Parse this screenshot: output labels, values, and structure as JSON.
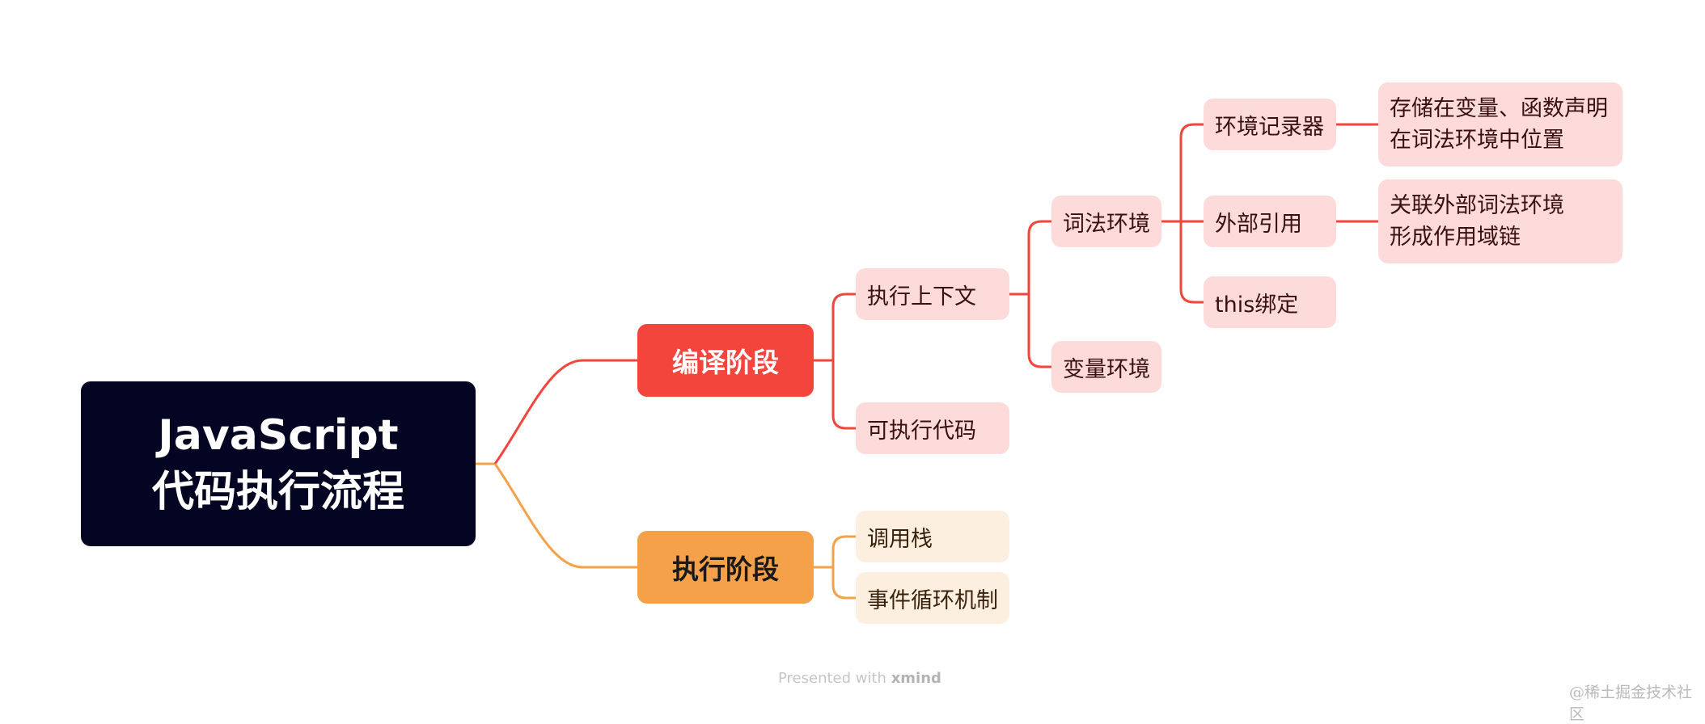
{
  "mindmap": {
    "root": {
      "line1": "JavaScript",
      "line2": "代码执行流程"
    },
    "compile": {
      "label": "编译阶段",
      "context": {
        "label": "执行上下文",
        "lexical": {
          "label": "词法环境",
          "env_record": {
            "label": "环境记录器",
            "note_line1": "存储在变量、函数声明",
            "note_line2": "在词法环境中位置"
          },
          "outer_ref": {
            "label": "外部引用",
            "note_line1": "关联外部词法环境",
            "note_line2": "形成作用域链"
          },
          "this_binding": {
            "label": "this绑定"
          }
        },
        "variable_env": {
          "label": "变量环境"
        }
      },
      "executable_code": {
        "label": "可执行代码"
      }
    },
    "execute": {
      "label": "执行阶段",
      "call_stack": {
        "label": "调用栈"
      },
      "event_loop": {
        "label": "事件循环机制"
      }
    }
  },
  "footer": {
    "prefix": "Presented with",
    "brand": "xmind"
  },
  "watermark": "@稀土掘金技术社区",
  "colors": {
    "root": "#030523",
    "compile": "#f4453d",
    "execute": "#f5a14a",
    "compile_leaf": "#fddbdb",
    "execute_leaf": "#fdefdf"
  }
}
